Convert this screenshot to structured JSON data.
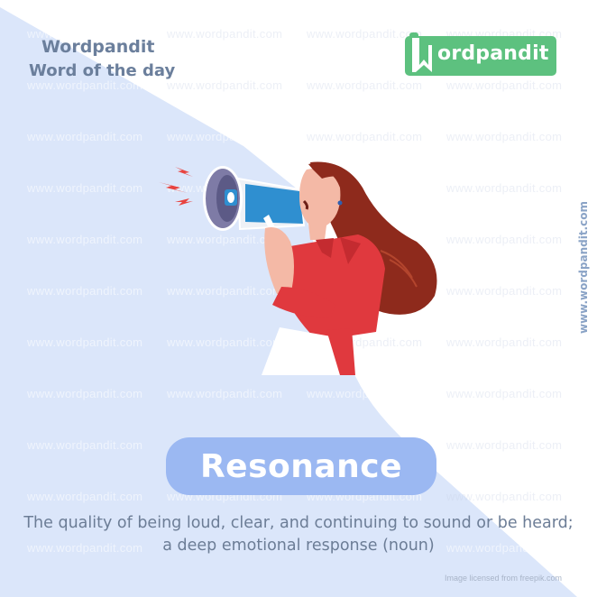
{
  "brand": {
    "title": "Wordpandit",
    "subtitle": "Word of the day",
    "logo_text": "ordpandit",
    "logo_initial": "W",
    "side_url": "www.wordpandit.com"
  },
  "watermark_text": "www.wordpandit.com",
  "word": {
    "term": "Resonance",
    "definition_line1": "The quality of being loud, clear, and continuing to sound or be heard;",
    "definition_line2": "a deep emotional response (noun)"
  },
  "illustration": {
    "description": "Woman with long red-brown hair shouting into a megaphone",
    "icons": [
      "megaphone-icon",
      "sound-burst-icon"
    ]
  },
  "credit": "Image licensed from freepik.com",
  "colors": {
    "background": "#ffffff",
    "panel_blue": "#dbe6fa",
    "pill_blue": "#9bb8f2",
    "logo_green": "#5dc17f",
    "text_slate": "#6b7f9c",
    "shirt_red": "#e0393e",
    "hair_brown": "#8e2a1c"
  }
}
